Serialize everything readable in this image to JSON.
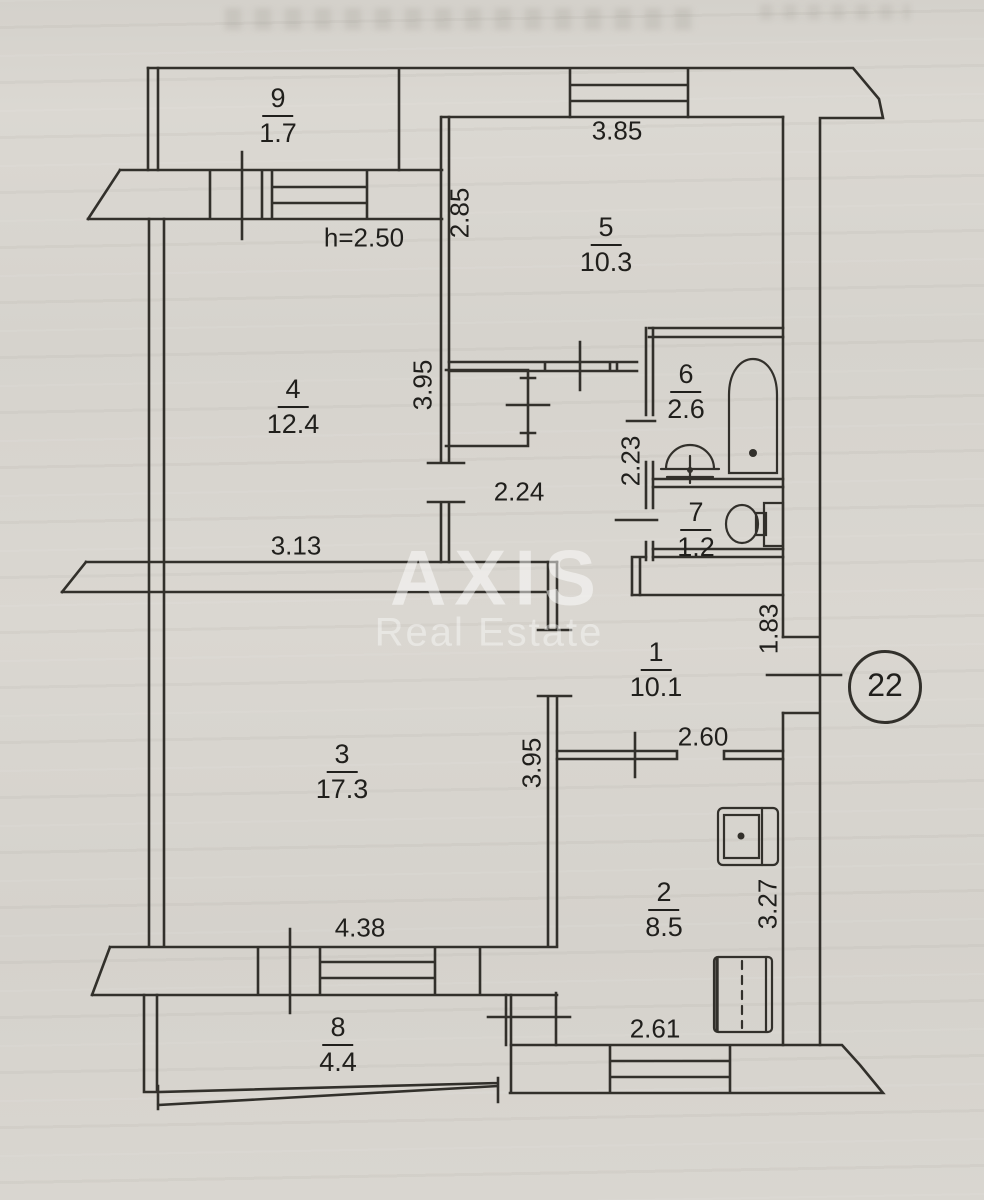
{
  "plan": {
    "unit_circle": "22",
    "ceiling_height": "h=2.50",
    "watermark": {
      "title": "AXIS",
      "subtitle": "Real Estate"
    },
    "rooms": [
      {
        "number": "9",
        "area": "1.7"
      },
      {
        "number": "5",
        "area": "10.3"
      },
      {
        "number": "4",
        "area": "12.4"
      },
      {
        "number": "6",
        "area": "2.6"
      },
      {
        "number": "7",
        "area": "1.2"
      },
      {
        "number": "1",
        "area": "10.1"
      },
      {
        "number": "3",
        "area": "17.3"
      },
      {
        "number": "2",
        "area": "8.5"
      },
      {
        "number": "8",
        "area": "4.4"
      }
    ],
    "dimensions": {
      "top_window_width": "3.85",
      "room5_height": "2.85",
      "room4_height": "3.95",
      "hall_width": "2.24",
      "bathroom_column_height": "2.23",
      "room4_width": "3.13",
      "entry_wall_height": "1.83",
      "room2_width": "2.60",
      "room3_height": "3.95",
      "room3_width": "4.38",
      "room2_height": "3.27",
      "bottom_window_width": "2.61"
    }
  }
}
